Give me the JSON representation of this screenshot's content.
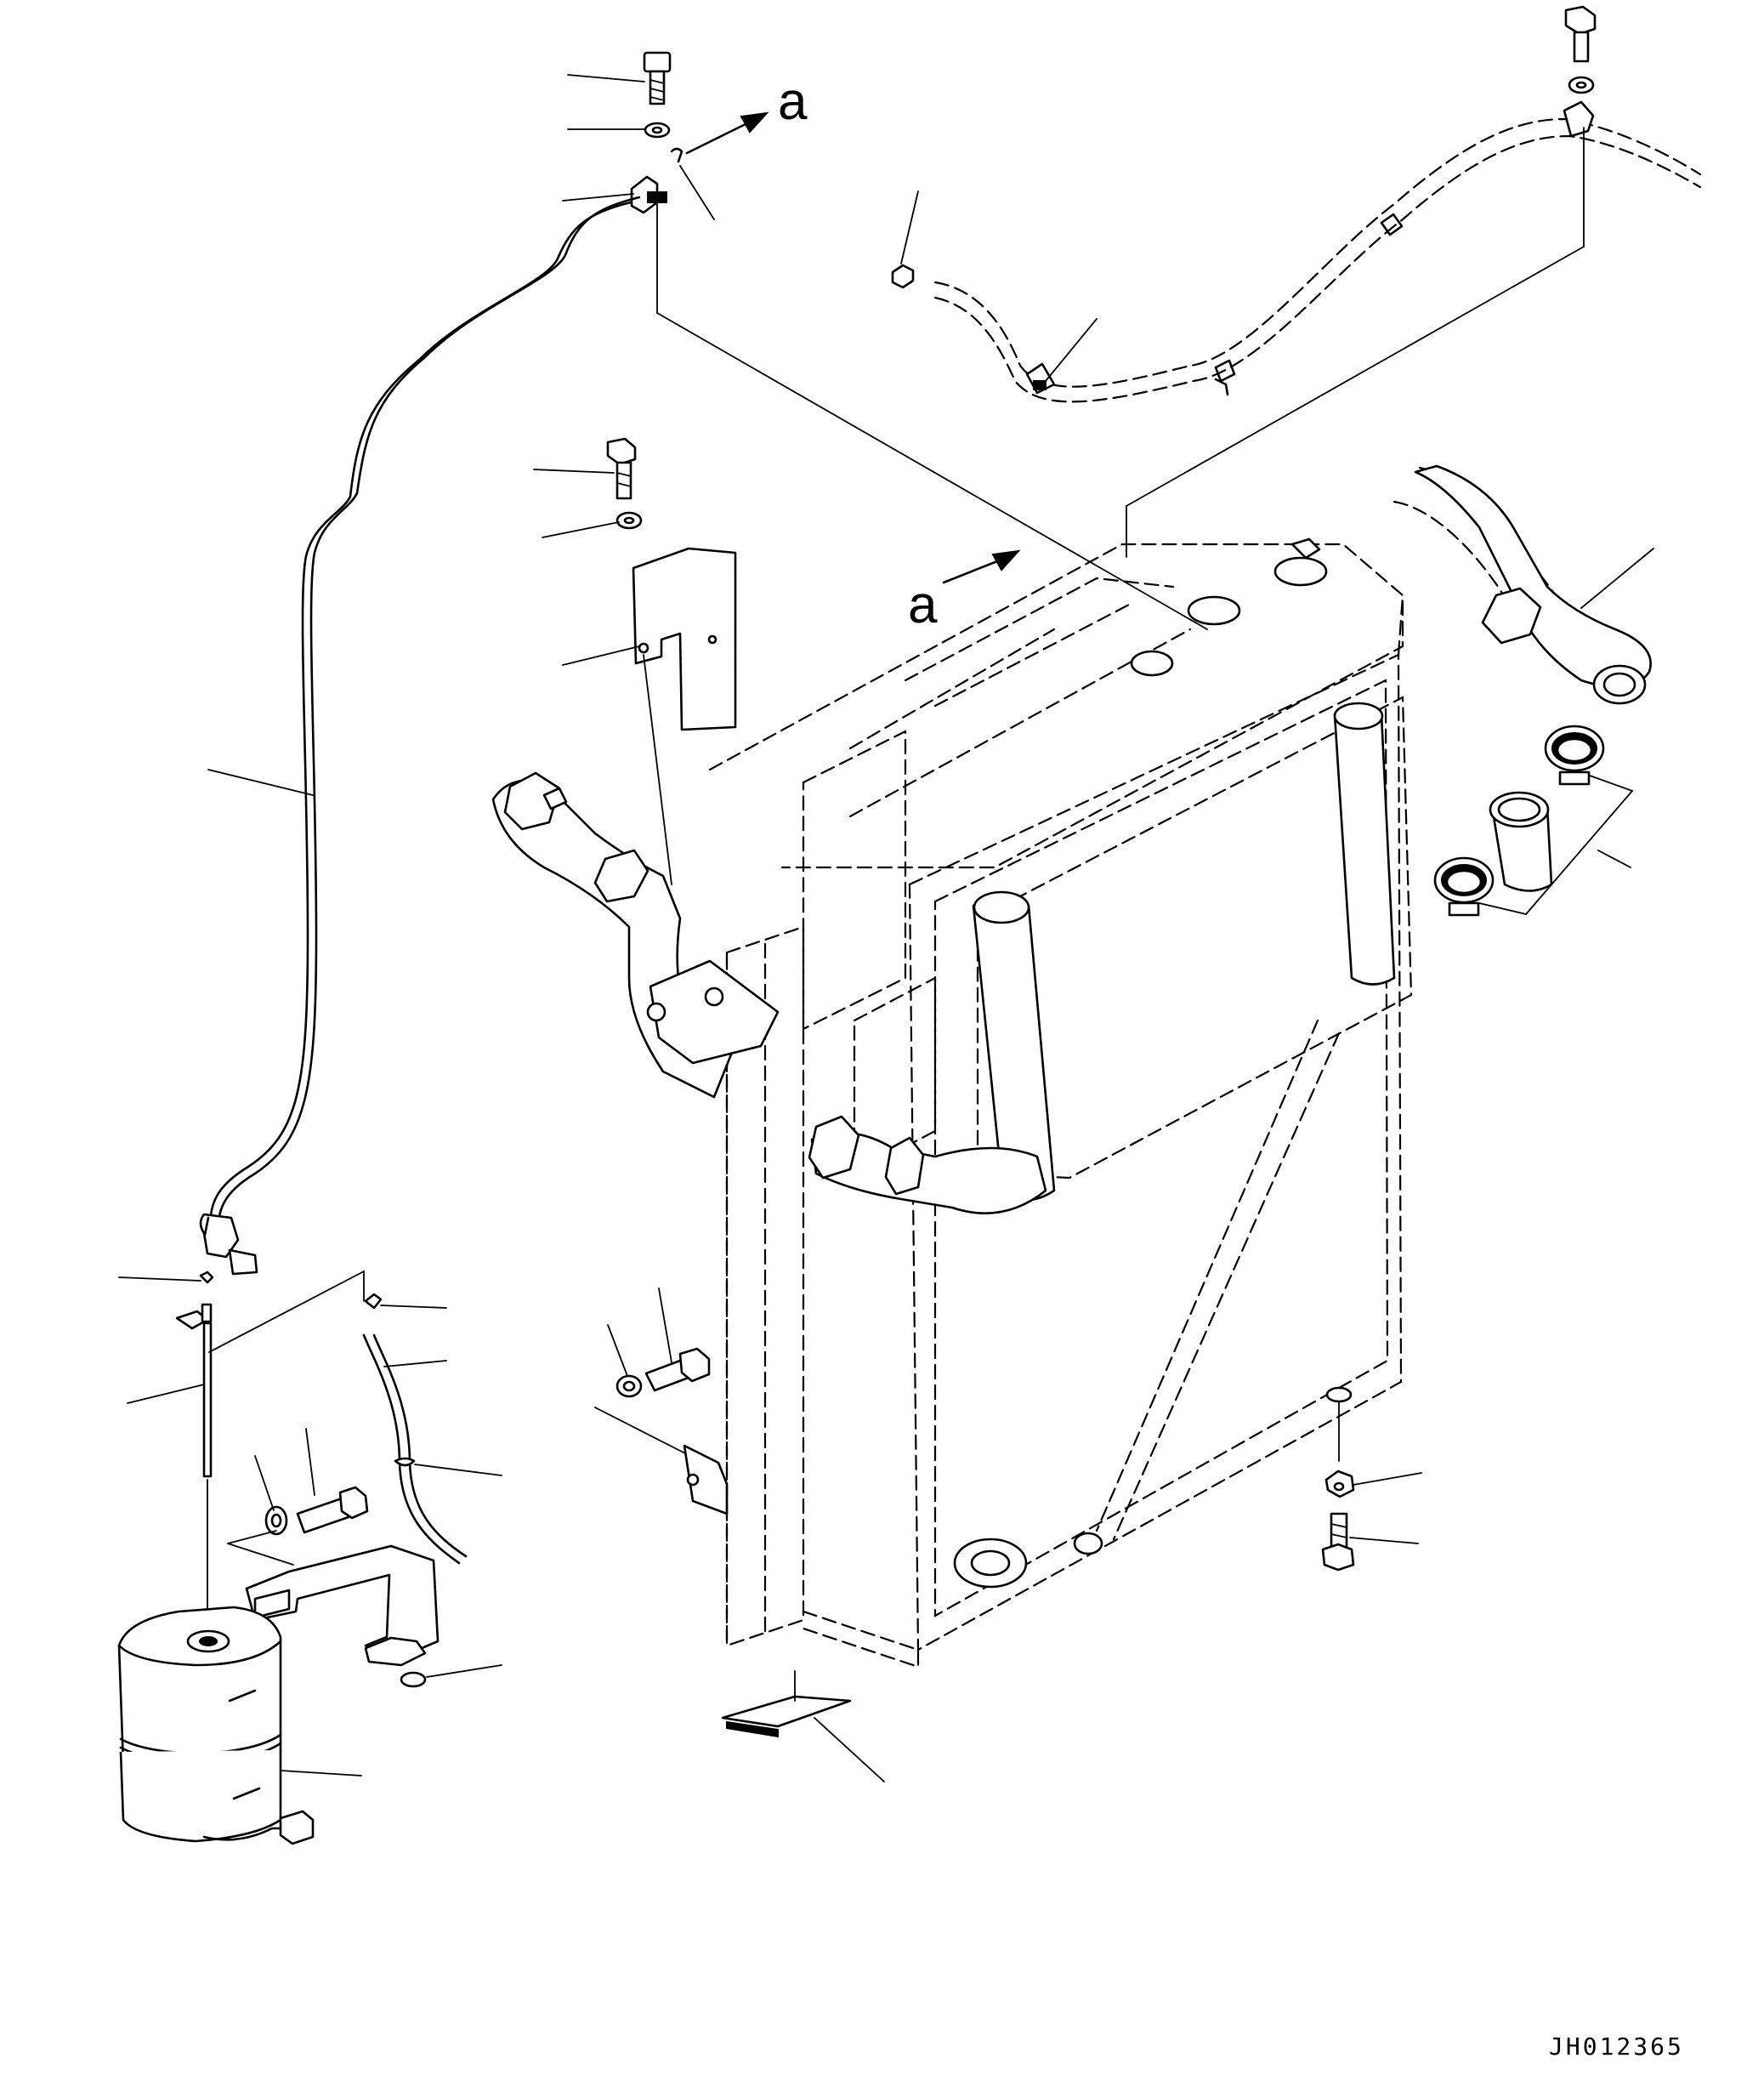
{
  "diagram": {
    "view_markers": [
      "a",
      "a"
    ],
    "drawing_code": "JH012365"
  },
  "colors": {
    "line": "#000000",
    "background": "#ffffff"
  },
  "components": [
    "bolt-top",
    "washer-top",
    "overflow-tube",
    "bracket-plate",
    "radiator-assembly",
    "upper-hose",
    "hose-clamps",
    "reserve-tank",
    "tank-bracket",
    "drain-tube",
    "cover-pad"
  ]
}
